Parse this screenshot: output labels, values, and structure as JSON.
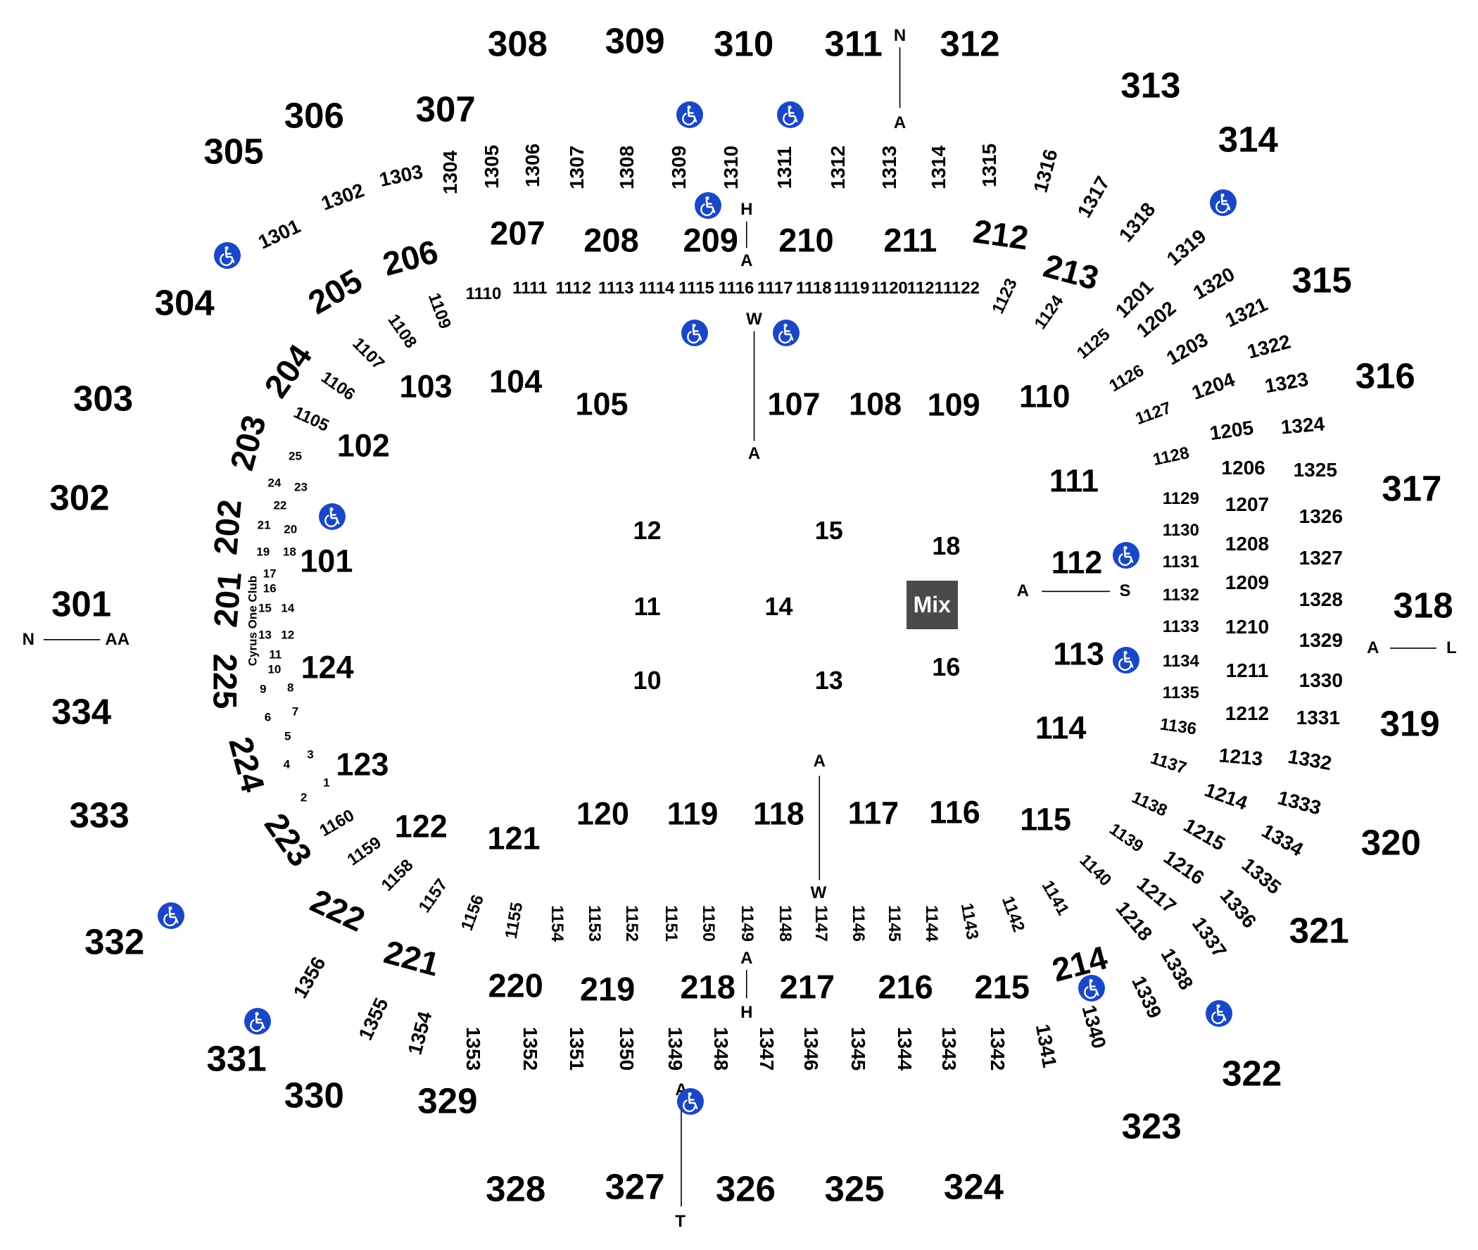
{
  "title": "",
  "colors": {
    "accessible_blue": "#1a47c8",
    "mix_bg": "#4a4a4a",
    "text": "#000000"
  },
  "icon": "wheelchair-accessible-icon",
  "mix_label": "Mix",
  "club_label": "Cyrus One Club",
  "upper": [
    "301",
    "302",
    "303",
    "304",
    "305",
    "306",
    "307",
    "308",
    "309",
    "310",
    "311",
    "312",
    "313",
    "314",
    "315",
    "316",
    "317",
    "318",
    "319",
    "320",
    "321",
    "322",
    "323",
    "324",
    "325",
    "326",
    "327",
    "328",
    "329",
    "330",
    "331",
    "332",
    "333",
    "334"
  ],
  "mid": [
    "201",
    "202",
    "203",
    "204",
    "205",
    "206",
    "207",
    "208",
    "209",
    "210",
    "211",
    "212",
    "213",
    "214",
    "215",
    "216",
    "217",
    "218",
    "219",
    "220",
    "221",
    "222",
    "223",
    "224",
    "225"
  ],
  "lower": [
    "101",
    "102",
    "103",
    "104",
    "105",
    "107",
    "108",
    "109",
    "110",
    "111",
    "112",
    "113",
    "114",
    "115",
    "116",
    "117",
    "118",
    "119",
    "120",
    "121",
    "122",
    "123",
    "124"
  ],
  "suites11": [
    "1105",
    "1106",
    "1107",
    "1108",
    "1109",
    "1110",
    "1111",
    "1112",
    "1113",
    "1114",
    "1115",
    "1116",
    "1117",
    "1118",
    "1119",
    "1120",
    "1121",
    "1122",
    "1123",
    "1124",
    "1125",
    "1126",
    "1127",
    "1128",
    "1129",
    "1130",
    "1131",
    "1132",
    "1133",
    "1134",
    "1135",
    "1136",
    "1137",
    "1138",
    "1139",
    "1140",
    "1141",
    "1142",
    "1143",
    "1144",
    "1145",
    "1146",
    "1147",
    "1148",
    "1149",
    "1150",
    "1151",
    "1152",
    "1153",
    "1154",
    "1155",
    "1156",
    "1157",
    "1158",
    "1159",
    "1160"
  ],
  "suites12": [
    "1201",
    "1202",
    "1203",
    "1204",
    "1205",
    "1206",
    "1207",
    "1208",
    "1209",
    "1210",
    "1211",
    "1212",
    "1213",
    "1214",
    "1215",
    "1216",
    "1217",
    "1218"
  ],
  "suites13": [
    "1301",
    "1302",
    "1303",
    "1304",
    "1305",
    "1306",
    "1307",
    "1308",
    "1309",
    "1310",
    "1311",
    "1312",
    "1313",
    "1314",
    "1315",
    "1316",
    "1317",
    "1318",
    "1319",
    "1320",
    "1321",
    "1322",
    "1323",
    "1324",
    "1325",
    "1326",
    "1327",
    "1328",
    "1329",
    "1330",
    "1331",
    "1332",
    "1333",
    "1334",
    "1335",
    "1336",
    "1337",
    "1338",
    "1339",
    "1340",
    "1341",
    "1342",
    "1343",
    "1344",
    "1345",
    "1346",
    "1347",
    "1348",
    "1349",
    "1350",
    "1351",
    "1352",
    "1353",
    "1354",
    "1355",
    "1356"
  ],
  "club_boxes": [
    "1",
    "2",
    "3",
    "4",
    "5",
    "6",
    "7",
    "8",
    "9",
    "10",
    "11",
    "12",
    "13",
    "14",
    "15",
    "16",
    "17",
    "18",
    "19",
    "20",
    "21",
    "22",
    "23",
    "24",
    "25"
  ],
  "floor": [
    "10",
    "11",
    "12",
    "13",
    "14",
    "15",
    "16",
    "18"
  ],
  "rows": [
    "N",
    "A",
    "H",
    "A",
    "W",
    "A",
    "A",
    "S",
    "A",
    "L",
    "N",
    "AA",
    "A",
    "W",
    "A",
    "H",
    "A",
    "T"
  ]
}
